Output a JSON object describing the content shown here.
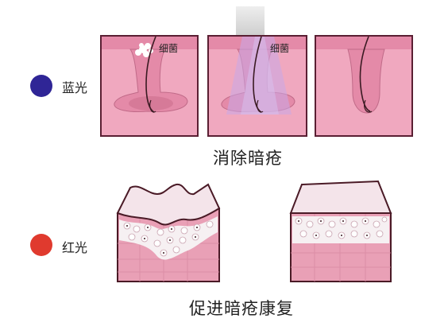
{
  "rows": [
    {
      "light_label": "蓝光",
      "light_color": "#2f2596",
      "panels": [
        {
          "label": "细菌"
        },
        {
          "label": "细菌"
        },
        {
          "label": ""
        }
      ],
      "caption": "消除暗疮"
    },
    {
      "light_label": "红光",
      "light_color": "#e03a2e",
      "caption": "促进暗疮康复"
    }
  ],
  "colors": {
    "panel_bg": "#f0a8bf",
    "panel_border": "#5a1f33",
    "pore": "#e48aa8",
    "hair": "#3a1a22",
    "light_beam": "#c9a8e8",
    "skin_top": "#f4e4ea",
    "skin_cells": "#e9a0b6"
  }
}
